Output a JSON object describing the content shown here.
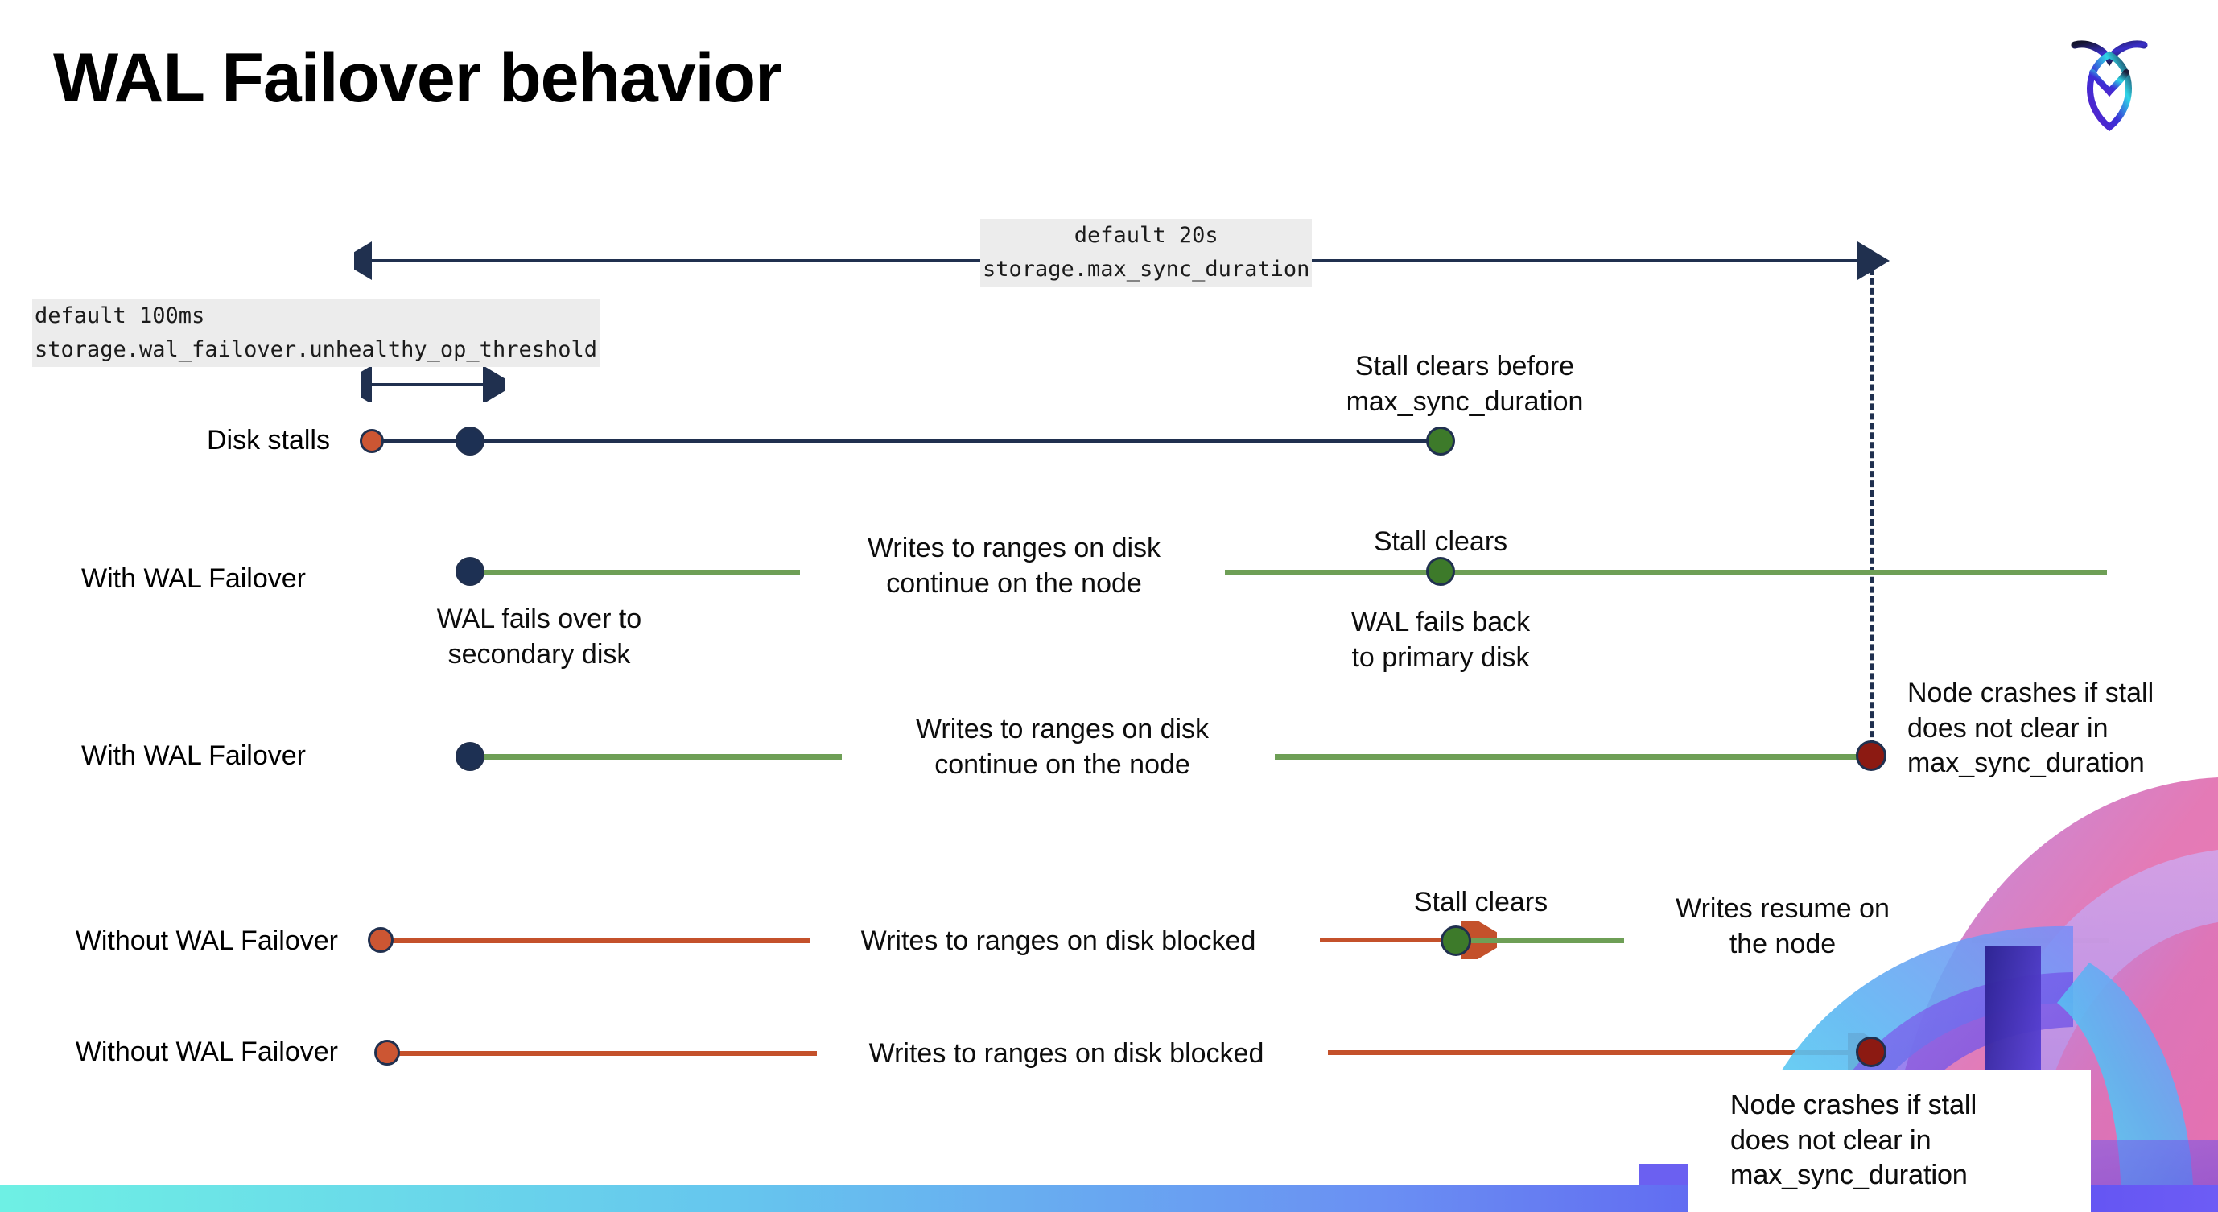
{
  "slide": {
    "title": "WAL Failover behavior",
    "logo_icon": "cockroach-labs-logo-icon",
    "bottom_bar_gradient": [
      "#6ef0e4",
      "#66c6ee",
      "#6a90f3",
      "#5b4ff0"
    ]
  },
  "colors": {
    "navy": "#20304f",
    "green_line": "#6e9f56",
    "red_line": "#c4512b",
    "dot_navy": "#1d3053",
    "dot_orange": "#cc5633",
    "dot_green": "#3d7a2a",
    "dot_dark_red": "#8c1a12",
    "code_highlight": "#ececec"
  },
  "annotations": {
    "max_sync": {
      "line1": "default 20s",
      "line2": "storage.max_sync_duration"
    },
    "unhealthy_op": {
      "line1": "default 100ms",
      "line2": "storage.wal_failover.unhealthy_op_threshold"
    }
  },
  "rows": [
    {
      "label": "Disk stalls",
      "callouts": [
        "Stall clears before",
        "max_sync_duration"
      ]
    },
    {
      "label": "With WAL Failover",
      "callouts": [
        "Writes to ranges on disk",
        "continue on the node",
        "Stall clears",
        "WAL fails over to",
        "secondary disk",
        "WAL fails  back",
        "to primary disk"
      ]
    },
    {
      "label": "With WAL Failover",
      "callouts": [
        "Writes to ranges on disk",
        "continue on the node",
        "Node crashes if stall",
        "does not clear in",
        "max_sync_duration"
      ]
    },
    {
      "label": "Without WAL Failover",
      "callouts": [
        "Writes to ranges on disk  blocked",
        "Stall clears",
        "Writes resume on",
        "the node"
      ]
    },
    {
      "label": "Without WAL Failover",
      "callouts": [
        "Writes to ranges on disk  blocked",
        "Node crashes if stall",
        "does not clear in",
        "max_sync_duration"
      ]
    }
  ],
  "text": {
    "disk_stalls_label": "Disk stalls",
    "with_wal_1": "With WAL Failover",
    "with_wal_2": "With WAL Failover",
    "without_wal_1": "Without WAL Failover",
    "without_wal_2": "Without WAL Failover",
    "stall_clears_before_l1": "Stall clears before",
    "stall_clears_before_l2": "max_sync_duration",
    "writes_continue_l1": "Writes to ranges on disk",
    "writes_continue_l2": "continue on the node",
    "stall_clears_r2": "Stall clears",
    "wal_fails_over_l1": "WAL fails over to",
    "wal_fails_over_l2": "secondary disk",
    "wal_fails_back_l1": "WAL fails  back",
    "wal_fails_back_l2": "to primary disk",
    "writes_continue2_l1": "Writes to ranges on disk",
    "writes_continue2_l2": "continue on the node",
    "node_crashes_l1": "Node crashes if stall",
    "node_crashes_l2": "does not clear in",
    "node_crashes_l3": "max_sync_duration",
    "writes_blocked_1": "Writes to ranges on disk  blocked",
    "stall_clears_r4": "Stall clears",
    "writes_resume_l1": "Writes resume on",
    "writes_resume_l2": "the node",
    "writes_blocked_2": "Writes to ranges on disk  blocked",
    "node_crashes2_l1": "Node crashes if stall",
    "node_crashes2_l2": "does not clear in",
    "node_crashes2_l3": "max_sync_duration"
  }
}
